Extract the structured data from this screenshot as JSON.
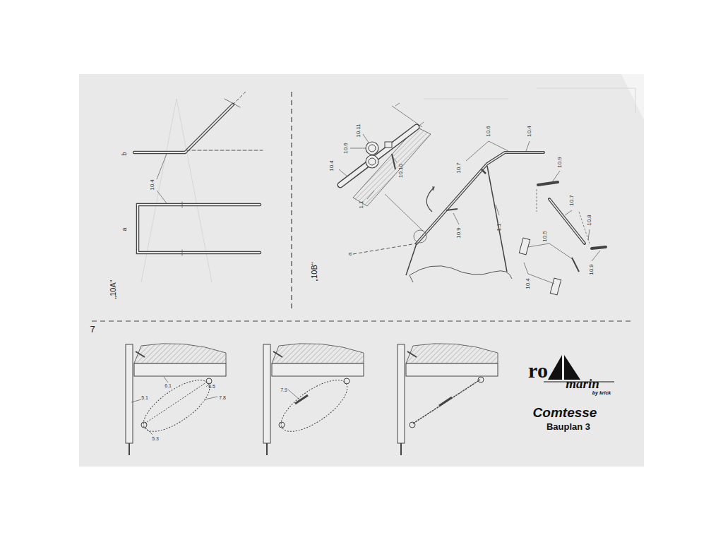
{
  "diagram": {
    "labels": [
      "10.4",
      "b",
      "a",
      "„10A“",
      "10.6",
      "10.11",
      "10.4",
      "10.10",
      "1.1",
      "a",
      "10.7",
      "10.6",
      "10.4",
      "10.9",
      "10.7",
      "10.8",
      "10.5",
      "10.9",
      "1.1",
      "10.9",
      "10.4",
      "„10B“",
      "7",
      "6.1",
      "6.5",
      "5.1",
      "7.8",
      "5.3",
      "7.9",
      "ro",
      "marin",
      "by krick",
      "Comtesse",
      "Bauplan 3"
    ]
  }
}
